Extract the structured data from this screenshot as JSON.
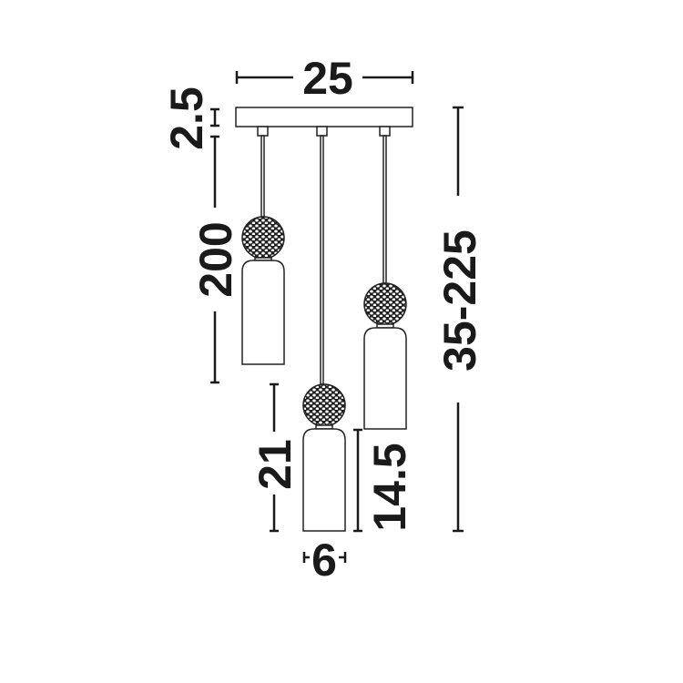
{
  "title": "Pendant lamp dimension drawing",
  "dimensions": {
    "canopy_width": "25",
    "canopy_height": "2.5",
    "cable_length": "200",
    "overall_height": "35-225",
    "shade_with_ball_height": "21",
    "shade_height": "14.5",
    "shade_diameter": "6"
  },
  "colors": {
    "line": "#1a1a1a",
    "background": "#ffffff"
  }
}
